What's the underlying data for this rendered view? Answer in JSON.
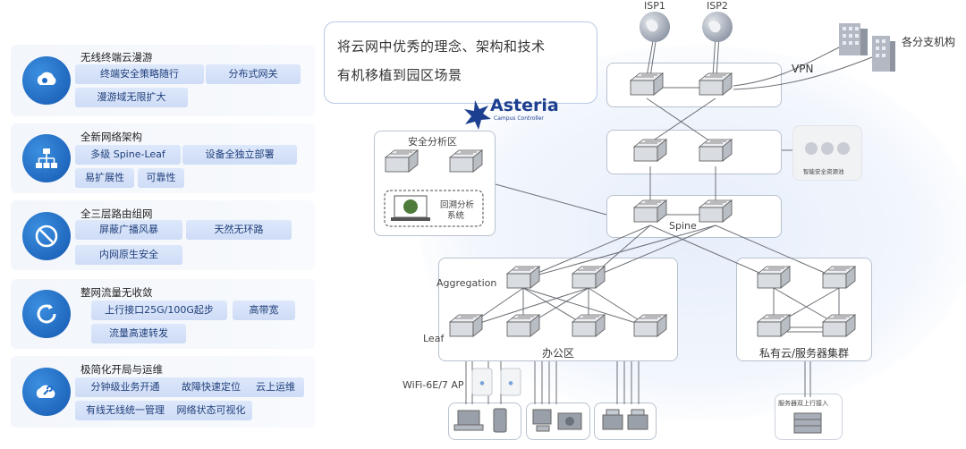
{
  "features": [
    {
      "icon": "cloud-roam-icon",
      "title": "无线终端云漫游",
      "tags": [
        "终端安全策略随行",
        "分布式网关",
        "漫游域无限扩大"
      ]
    },
    {
      "icon": "network-tree-icon",
      "title": "全新网络架构",
      "tags": [
        "多级 Spine-Leaf",
        "设备全独立部署",
        "易扩展性",
        "可靠性"
      ]
    },
    {
      "icon": "prohibit-icon",
      "title": "全三层路由组网",
      "tags": [
        "屏蔽广播风暴",
        "天然无环路",
        "内网原生安全"
      ]
    },
    {
      "icon": "refresh-ring-icon",
      "title": "整网流量无收敛",
      "tags": [
        "上行接口25G/100G起步",
        "高带宽",
        "流量高速转发"
      ]
    },
    {
      "icon": "cloud-wrench-icon",
      "title": "极简化开局与运维",
      "tags": [
        "分钟级业务开通",
        "故障快速定位",
        "云上运维",
        "有线无线统一管理",
        "网络状态可视化"
      ]
    }
  ],
  "callout": {
    "line1": "将云网中优秀的理念、架构和技术",
    "line2": "有机移植到园区场景"
  },
  "logo": {
    "name": "Asteria",
    "subtitle": "Campus Controller"
  },
  "diagram": {
    "isp1": "ISP1",
    "isp2": "ISP2",
    "vpn": "VPN",
    "branch": "各分支机构",
    "security_zone": "安全分析区",
    "backtrack_system_line1": "回溯分析",
    "backtrack_system_line2": "系统",
    "security_pool": "智能安全资源池",
    "spine": "Spine",
    "aggregation": "Aggregation",
    "leaf": "Leaf",
    "office": "办公区",
    "private_cloud": "私有云/服务器集群",
    "wifi_ap": "WiFi-6E/7 AP",
    "server_uplink": "服务器双上行接入"
  },
  "colors": {
    "accent_blue": "#1558b0",
    "tag_bg": "#d6e2f8",
    "switch_body": "#e4e6ea",
    "line": "#6b6f76"
  }
}
